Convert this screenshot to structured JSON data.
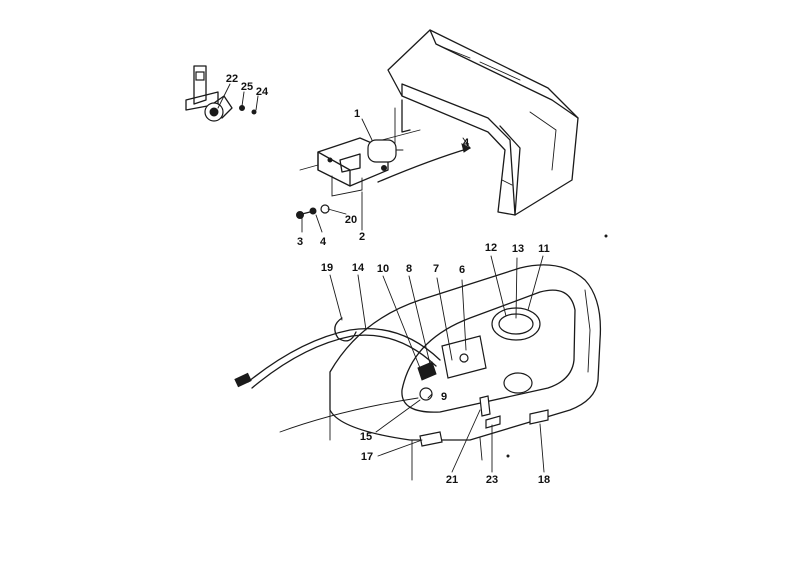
{
  "diagram": {
    "callouts": [
      {
        "id": "c1",
        "label": "1"
      },
      {
        "id": "c2",
        "label": "2"
      },
      {
        "id": "c3",
        "label": "3"
      },
      {
        "id": "c4a",
        "label": "4"
      },
      {
        "id": "c4b",
        "label": "4"
      },
      {
        "id": "c6",
        "label": "6"
      },
      {
        "id": "c7",
        "label": "7"
      },
      {
        "id": "c8",
        "label": "8"
      },
      {
        "id": "c9",
        "label": "9"
      },
      {
        "id": "c10",
        "label": "10"
      },
      {
        "id": "c11",
        "label": "11"
      },
      {
        "id": "c12",
        "label": "12"
      },
      {
        "id": "c13",
        "label": "13"
      },
      {
        "id": "c14",
        "label": "14"
      },
      {
        "id": "c15",
        "label": "15"
      },
      {
        "id": "c17",
        "label": "17"
      },
      {
        "id": "c18",
        "label": "18"
      },
      {
        "id": "c19",
        "label": "19"
      },
      {
        "id": "c20",
        "label": "20"
      },
      {
        "id": "c21",
        "label": "21"
      },
      {
        "id": "c22",
        "label": "22"
      },
      {
        "id": "c23",
        "label": "23"
      },
      {
        "id": "c24",
        "label": "24"
      },
      {
        "id": "c25",
        "label": "25"
      }
    ]
  }
}
